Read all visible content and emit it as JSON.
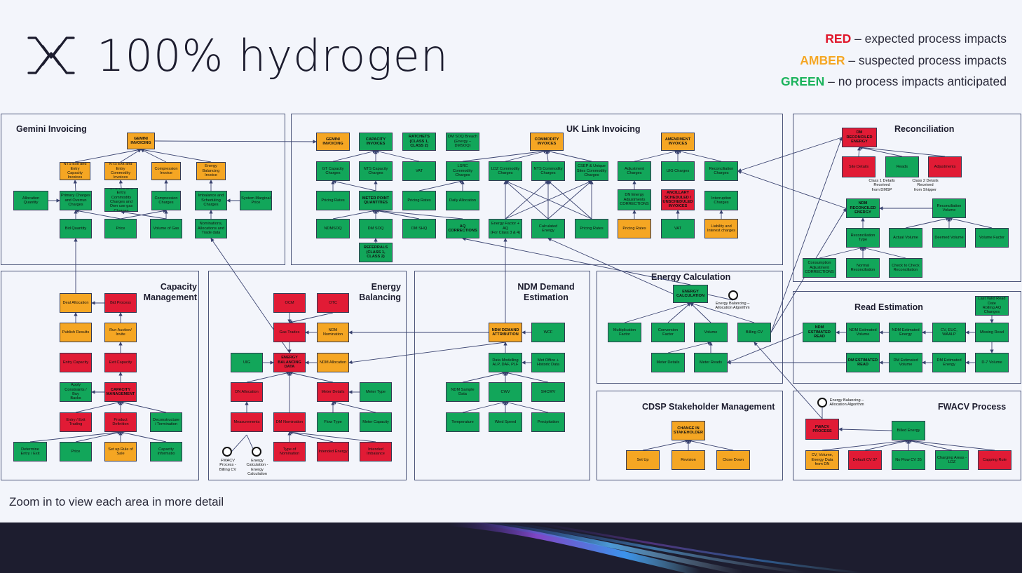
{
  "header": {
    "title": "100% hydrogen",
    "legend": [
      {
        "key": "RED",
        "text": " – expected process impacts",
        "color": "#e0162b"
      },
      {
        "key": "AMBER",
        "text": " – suspected process impacts",
        "color": "#f5a623"
      },
      {
        "key": "GREEN",
        "text": " – no process impacts anticipated",
        "color": "#1bb35c"
      }
    ]
  },
  "footer_note": "Zoom in to view each area in more detail",
  "panels": [
    {
      "id": "gemini",
      "title": "Gemini Invoicing"
    },
    {
      "id": "uklink",
      "title": "UK Link Invoicing"
    },
    {
      "id": "recon",
      "title": "Reconciliation"
    },
    {
      "id": "capacity",
      "title": "Capacity\nManagement"
    },
    {
      "id": "energy_bal",
      "title": "Energy\nBalancing"
    },
    {
      "id": "ndm",
      "title": "NDM Demand\nEstimation"
    },
    {
      "id": "energy_calc",
      "title": "Energy Calculation"
    },
    {
      "id": "read_est",
      "title": "Read Estimation"
    },
    {
      "id": "cdsp",
      "title": "CDSP Stakeholder Management"
    },
    {
      "id": "fwacv",
      "title": "FWACV Process"
    }
  ],
  "boxes": [
    {
      "id": "gem-inv",
      "label": "GEMINI\nINVOICING",
      "status": "amber",
      "bold": true
    },
    {
      "id": "nts-cap",
      "label": "NTS Exit and Entry\nCapacity\nInvoices",
      "status": "amber"
    },
    {
      "id": "nts-com",
      "label": "NTS Exit and Entry\nCommodity\nInvoices",
      "status": "amber"
    },
    {
      "id": "comp-inv",
      "label": "Compression\nInvoice",
      "status": "amber"
    },
    {
      "id": "eb-inv",
      "label": "Energy\nBalancing\nInvoice",
      "status": "amber"
    },
    {
      "id": "alloc-qty",
      "label": "Allocation\nQuantity",
      "status": "green"
    },
    {
      "id": "prim-chg",
      "label": "Primary Charges\nand Overrun\nCharges",
      "status": "green"
    },
    {
      "id": "nts-com-chg",
      "label": "NTS Exit and Entry\nCommodity\nCharges and\nOwn use gas\nCharges",
      "status": "green"
    },
    {
      "id": "comp-chg",
      "label": "Compression\nCharges",
      "status": "green"
    },
    {
      "id": "imb-chg",
      "label": "Imbalance and\nScheduling\nCharges",
      "status": "green"
    },
    {
      "id": "smp",
      "label": "System Marginal\nPrice",
      "status": "green"
    },
    {
      "id": "bid-qty",
      "label": "Bid Quantity",
      "status": "green"
    },
    {
      "id": "price1",
      "label": "Price",
      "status": "green"
    },
    {
      "id": "vol-gas",
      "label": "Volume of Gas",
      "status": "green"
    },
    {
      "id": "nominations",
      "label": "Nominations,\nAllocations and\nTrade data",
      "status": "green"
    },
    {
      "id": "uk-gem-inv",
      "label": "GEMINI\nINVOICING",
      "status": "amber",
      "bold": true
    },
    {
      "id": "cap-inv",
      "label": "CAPACITY\nINVOICES",
      "status": "green",
      "bold": true
    },
    {
      "id": "ratchets",
      "label": "RATCHETS\n(CLASS 1,\nCLASS 2)",
      "status": "green",
      "bold": true
    },
    {
      "id": "dm-soq",
      "label": "DM SOQ Breach\n(Energy –\nDMSOQ)",
      "status": "green"
    },
    {
      "id": "com-inv",
      "label": "COMMODITY\nINVOICES",
      "status": "amber",
      "bold": true
    },
    {
      "id": "amend-inv",
      "label": "AMENDMENT\nINVOICES",
      "status": "amber",
      "bold": true
    },
    {
      "id": "gt-cap",
      "label": "GT Capacity\nCharges",
      "status": "green"
    },
    {
      "id": "nts-cap-chg",
      "label": "NTS Capacity\nCharges",
      "status": "green"
    },
    {
      "id": "vat1",
      "label": "VAT",
      "status": "green"
    },
    {
      "id": "lrsc",
      "label": "LSRC Commodity\nCharges",
      "status": "green"
    },
    {
      "id": "ldz-com",
      "label": "LDZ Commodity\nCharges",
      "status": "green"
    },
    {
      "id": "nts-com2",
      "label": "NTS Commodity\nCharges",
      "status": "green"
    },
    {
      "id": "cseep",
      "label": "CSEP & Unique\nSites Commodity\nCharges",
      "status": "green"
    },
    {
      "id": "adj-chg",
      "label": "Adjustment\nCharges",
      "status": "green"
    },
    {
      "id": "uig-chg",
      "label": "UIG Charges",
      "status": "green"
    },
    {
      "id": "recon-chg",
      "label": "Reconciliation\nCharges",
      "status": "green"
    },
    {
      "id": "pricing1",
      "label": "Pricing Rates",
      "status": "green"
    },
    {
      "id": "mpq",
      "label": "METER POINT\nQUANTITIES",
      "status": "green",
      "bold": true
    },
    {
      "id": "pricing2",
      "label": "Pricing Rates",
      "status": "green"
    },
    {
      "id": "daily-alloc",
      "label": "Daily Allocation",
      "status": "green"
    },
    {
      "id": "dn-energy",
      "label": "DN Energy\nAdjustments\nCORRECTIONS",
      "status": "green"
    },
    {
      "id": "ancillary",
      "label": "ANCILLARY\nSCHEDULED /\nUNSCHEDULED\nINVOICES",
      "status": "red",
      "bold": true
    },
    {
      "id": "interruption",
      "label": "Interruption\nCharges",
      "status": "green"
    },
    {
      "id": "ndmsoq",
      "label": "NDMSOQ",
      "status": "green"
    },
    {
      "id": "dmsoq",
      "label": "DM SOQ",
      "status": "green"
    },
    {
      "id": "dmshq",
      "label": "DM SHQ",
      "status": "green"
    },
    {
      "id": "aq-corr",
      "label": "AQ\nCORRECTIONS",
      "status": "green",
      "bold": true
    },
    {
      "id": "energy-factor",
      "label": "Energy Factor +\nAQ\n(For Class 3 & 4)",
      "status": "green"
    },
    {
      "id": "calc-energy",
      "label": "Calculated\nEnergy",
      "status": "green"
    },
    {
      "id": "pricing3",
      "label": "Pricing Rates",
      "status": "green"
    },
    {
      "id": "pricing4",
      "label": "Pricing Rates",
      "status": "amber"
    },
    {
      "id": "vat2",
      "label": "VAT",
      "status": "green"
    },
    {
      "id": "liability",
      "label": "Liability and\nInterest charges",
      "status": "amber"
    },
    {
      "id": "referrals",
      "label": "REFERRALS\n(CLASS 1,\nCLASS 2)",
      "status": "green",
      "bold": true
    },
    {
      "id": "dm-recon",
      "label": "DM\nRECONCILED\nENERGY",
      "status": "red",
      "bold": true
    },
    {
      "id": "site-details",
      "label": "Site Details",
      "status": "red"
    },
    {
      "id": "reads",
      "label": "Reads",
      "status": "green"
    },
    {
      "id": "adjustments",
      "label": "Adjustments",
      "status": "red"
    },
    {
      "id": "ndm-recon",
      "label": "NDM\nRECONCILED\nENERGY",
      "status": "green",
      "bold": true
    },
    {
      "id": "recon-vol",
      "label": "Reconciliation\nVolume",
      "status": "green"
    },
    {
      "id": "recon-type",
      "label": "Reconciliation\nType",
      "status": "green"
    },
    {
      "id": "actual-vol",
      "label": "Actual Volume",
      "status": "green"
    },
    {
      "id": "deemed-vol",
      "label": "Deemed Volume",
      "status": "green"
    },
    {
      "id": "vol-factor",
      "label": "Volume Factor",
      "status": "green"
    },
    {
      "id": "cons-adj",
      "label": "Consumption\nAdjustment\nCORRECTIONS",
      "status": "green"
    },
    {
      "id": "normal-recon",
      "label": "Normal\nReconciliation",
      "status": "green"
    },
    {
      "id": "check-recon",
      "label": "Check to Check\nReconciliation",
      "status": "green"
    },
    {
      "id": "deal-alloc",
      "label": "Deal Allocation",
      "status": "amber"
    },
    {
      "id": "bid-process",
      "label": "Bid Process",
      "status": "red"
    },
    {
      "id": "publish",
      "label": "Publish Results",
      "status": "amber"
    },
    {
      "id": "run-auction",
      "label": "Run Auction/\nInvite",
      "status": "amber"
    },
    {
      "id": "entry-cap",
      "label": "Entry Capacity",
      "status": "red"
    },
    {
      "id": "exit-cap",
      "label": "Exit Capacity",
      "status": "red"
    },
    {
      "id": "apply-constraints",
      "label": "Apply\nConstraints / Buy\nBacks",
      "status": "green"
    },
    {
      "id": "cap-mgmt",
      "label": "CAPACITY\nMANAGEMENT",
      "status": "red",
      "bold": true
    },
    {
      "id": "entry-exit-trade",
      "label": "Entry / Exit\nTrading",
      "status": "red"
    },
    {
      "id": "product-def",
      "label": "Product\nDefinition",
      "status": "red"
    },
    {
      "id": "decon",
      "label": "Deconstructure\n/ Termination",
      "status": "green"
    },
    {
      "id": "determine",
      "label": "Determine\nEntry / Exit",
      "status": "green"
    },
    {
      "id": "price2",
      "label": "Price",
      "status": "green"
    },
    {
      "id": "setup-rule",
      "label": "Set up Rule of\nSale",
      "status": "amber"
    },
    {
      "id": "cap-info",
      "label": "Capacity\nInformatio",
      "status": "green"
    },
    {
      "id": "ocm",
      "label": "OCM",
      "status": "red"
    },
    {
      "id": "otc",
      "label": "OTC",
      "status": "red"
    },
    {
      "id": "gas-trades",
      "label": "Gas Trades",
      "status": "red"
    },
    {
      "id": "ndm-nom",
      "label": "NDM Nomination",
      "status": "amber"
    },
    {
      "id": "uig",
      "label": "UIG",
      "status": "green"
    },
    {
      "id": "eb-data",
      "label": "ENERGY\nBALANCING\nDATA",
      "status": "red",
      "bold": true
    },
    {
      "id": "ndm-alloc",
      "label": "NDM Allocation",
      "status": "amber"
    },
    {
      "id": "dn-alloc",
      "label": "DN Allocation",
      "status": "red"
    },
    {
      "id": "meter-details",
      "label": "Meter Details",
      "status": "red"
    },
    {
      "id": "meter-type",
      "label": "Meter Type",
      "status": "green"
    },
    {
      "id": "measurements",
      "label": "Measurements",
      "status": "red"
    },
    {
      "id": "dm-nom",
      "label": "DM Nomination",
      "status": "red"
    },
    {
      "id": "flow-type",
      "label": "Flow Type",
      "status": "green"
    },
    {
      "id": "meter-cap",
      "label": "Meter Capacity",
      "status": "green"
    },
    {
      "id": "type-nom",
      "label": "Type of\nNomination",
      "status": "red"
    },
    {
      "id": "int-energy",
      "label": "Intended Energy",
      "status": "red"
    },
    {
      "id": "int-imbal",
      "label": "Intended\nImbalance",
      "status": "red"
    },
    {
      "id": "ndm-demand",
      "label": "NDM DEMAND\nATTRIBUTION",
      "status": "amber",
      "bold": true
    },
    {
      "id": "wcf",
      "label": "WCF",
      "status": "green"
    },
    {
      "id": "data-modelling",
      "label": "Data Modelling\nALP, DAF, PLF",
      "status": "green"
    },
    {
      "id": "met-office",
      "label": "Met Office +\nHistoric Data",
      "status": "green"
    },
    {
      "id": "ndm-sample",
      "label": "NDM Sample\nData",
      "status": "green"
    },
    {
      "id": "cwv",
      "label": "CWV",
      "status": "green"
    },
    {
      "id": "shcwv",
      "label": "SHCWV",
      "status": "green"
    },
    {
      "id": "temperature",
      "label": "Temperature",
      "status": "green"
    },
    {
      "id": "wind",
      "label": "Wind Speed",
      "status": "green"
    },
    {
      "id": "precip",
      "label": "Precipitation",
      "status": "green"
    },
    {
      "id": "energy-calc",
      "label": "ENERGY\nCALCULATION",
      "status": "green",
      "bold": true
    },
    {
      "id": "mult-factor",
      "label": "Multiplication\nFactor",
      "status": "green"
    },
    {
      "id": "conv-factor",
      "label": "Conversion\nFactor",
      "status": "green"
    },
    {
      "id": "volume",
      "label": "Volume",
      "status": "green"
    },
    {
      "id": "billing-cv",
      "label": "Billing CV",
      "status": "green"
    },
    {
      "id": "meter-details2",
      "label": "Meter Details",
      "status": "green"
    },
    {
      "id": "meter-reads",
      "label": "Meter Reads",
      "status": "green"
    },
    {
      "id": "last-valid",
      "label": "Last Valid Read\nDate\nRolling AQ\nChanges",
      "status": "green"
    },
    {
      "id": "ndm-est-read",
      "label": "NDM\nESTIMATED\nREAD",
      "status": "green",
      "bold": true
    },
    {
      "id": "ndm-est-vol",
      "label": "NDM Estimated\nVolume",
      "status": "green"
    },
    {
      "id": "ndm-est-energy",
      "label": "NDM Estimated\nEnergy",
      "status": "green"
    },
    {
      "id": "cv-euc",
      "label": "CV, EUC, WAALP",
      "status": "green"
    },
    {
      "id": "missing-read",
      "label": "Missing Read",
      "status": "green"
    },
    {
      "id": "dm-est-read",
      "label": "DM ESTIMATED\nREAD",
      "status": "green",
      "bold": true
    },
    {
      "id": "dm-est-vol",
      "label": "DM Estimated\nVolume",
      "status": "green"
    },
    {
      "id": "dm-est-energy",
      "label": "DM Estimated\nEnergy",
      "status": "green"
    },
    {
      "id": "d7-vol",
      "label": "D-7 Volume",
      "status": "green"
    },
    {
      "id": "change-stake",
      "label": "CHANGE IN\nSTAKEHOLDER",
      "status": "amber",
      "bold": true
    },
    {
      "id": "setup",
      "label": "Set Up",
      "status": "amber"
    },
    {
      "id": "revision",
      "label": "Revision",
      "status": "amber"
    },
    {
      "id": "close-down",
      "label": "Close Down",
      "status": "amber"
    },
    {
      "id": "fwacv-proc",
      "label": "FWACV\nPROCESS",
      "status": "red",
      "bold": true
    },
    {
      "id": "billed-energy",
      "label": "Billed Energy",
      "status": "green"
    },
    {
      "id": "cv-vol-energy",
      "label": "CV, Volume,\nEnergy Data\nfrom DN",
      "status": "amber"
    },
    {
      "id": "default-cv",
      "label": "Default CV 37",
      "status": "red"
    },
    {
      "id": "no-flow",
      "label": "No Flow CV 35",
      "status": "green"
    },
    {
      "id": "charging-areas",
      "label": "Charging Areas -\nLDZ",
      "status": "green"
    },
    {
      "id": "capping-rule",
      "label": "Capping Rule",
      "status": "red"
    }
  ],
  "notes": [
    {
      "id": "class1-note",
      "text": "Class 1 Details\nReceived\nfrom DMSP"
    },
    {
      "id": "class2-note",
      "text": "Class 2 Details\nReceived\nfrom Shipper"
    },
    {
      "id": "eb-alg-note1",
      "text": "Energy Balancing –\nAllocation Algorithm",
      "boldPart": "Energy Balancing –"
    },
    {
      "id": "eb-alg-note2",
      "text": "Energy Balancing –\nAllocation Algorithm",
      "boldPart": "Energy Balancing –"
    },
    {
      "id": "fwacv-note",
      "text": "FWACV\nProcess -\nBilling CV",
      "boldPart": "FWACV"
    },
    {
      "id": "energy-calc-note",
      "text": "Energy\nCalculation -\nEnergy\nCalculation",
      "boldPart": "Energy"
    }
  ]
}
